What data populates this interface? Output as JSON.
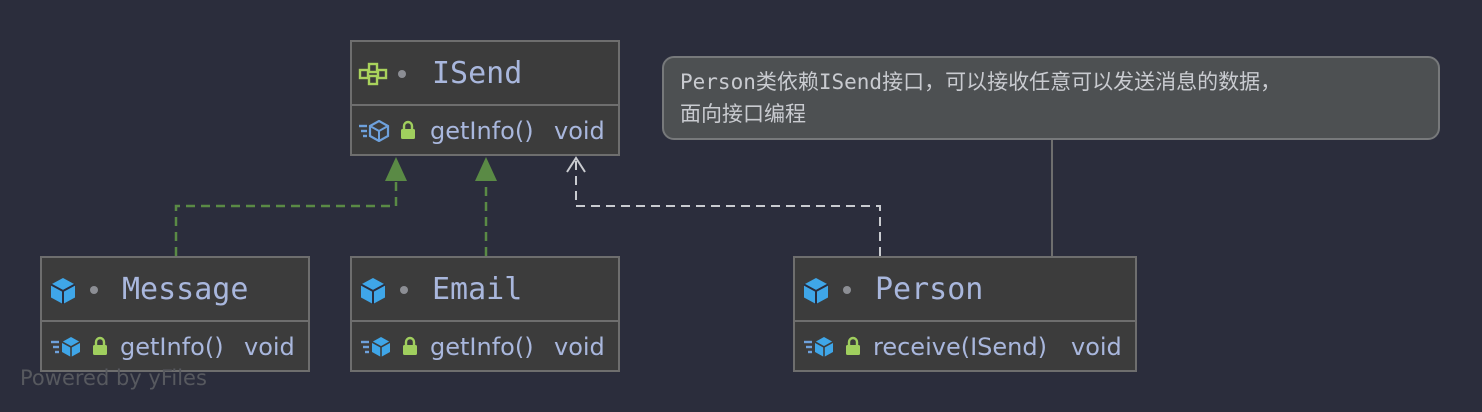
{
  "diagram": {
    "nodes": [
      {
        "id": "isend",
        "kind": "interface",
        "name": "ISend",
        "members": [
          {
            "visibility": "public",
            "kind": "method",
            "name": "getInfo()",
            "type": "void"
          }
        ]
      },
      {
        "id": "message",
        "kind": "class",
        "name": "Message",
        "members": [
          {
            "visibility": "public",
            "kind": "method",
            "name": "getInfo()",
            "type": "void"
          }
        ]
      },
      {
        "id": "email",
        "kind": "class",
        "name": "Email",
        "members": [
          {
            "visibility": "public",
            "kind": "method",
            "name": "getInfo()",
            "type": "void"
          }
        ]
      },
      {
        "id": "person",
        "kind": "class",
        "name": "Person",
        "members": [
          {
            "visibility": "public",
            "kind": "method",
            "name": "receive(ISend)",
            "type": "void"
          }
        ]
      }
    ],
    "edges": [
      {
        "from": "message",
        "to": "isend",
        "type": "realization"
      },
      {
        "from": "email",
        "to": "isend",
        "type": "realization"
      },
      {
        "from": "person",
        "to": "isend",
        "type": "dependency"
      }
    ],
    "note": {
      "text": "Person类依赖ISend接口，可以接收任意可以发送消息的数据，\n面向接口编程",
      "attached_to": "person"
    }
  },
  "watermark": "Powered by yFiles",
  "colors": {
    "background": "#2b2d3c",
    "node_fill": "#3c3c3c",
    "node_border": "#6e6e6e",
    "text": "#a9b7dd",
    "realization_edge": "#5a8a45",
    "dependency_edge": "#c9cbd0",
    "class_icon": "#3fa6e8",
    "interface_icon": "#a9d25c",
    "lock_icon": "#a0cf5e",
    "note_fill": "#4d5052"
  }
}
